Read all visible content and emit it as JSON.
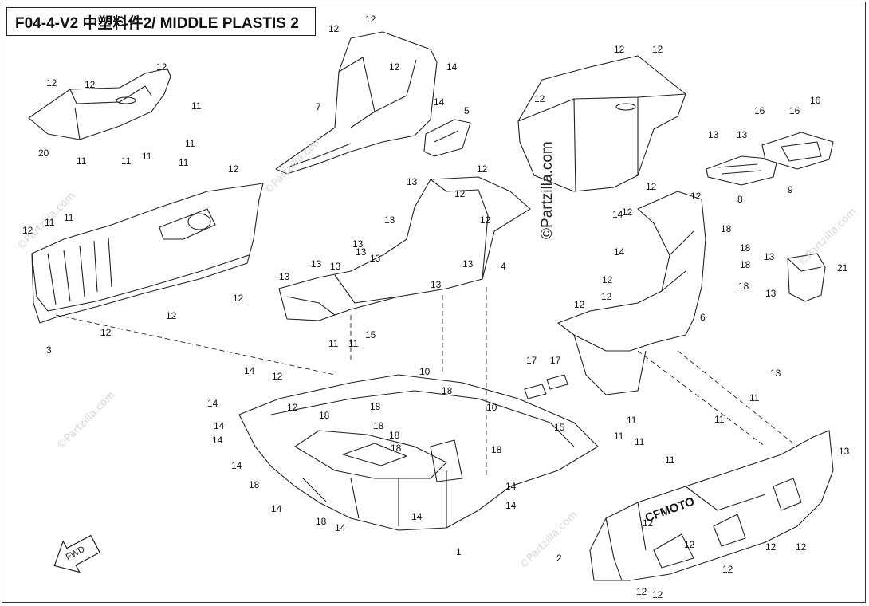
{
  "title": "F04-4-V2 中塑料件2/ MIDDLE PLASTIS 2",
  "watermark": "©Partzilla.com",
  "watermark_main": "©Partzilla.com",
  "fwd_label": "FWD",
  "brand_text": "CFMOTO",
  "colors": {
    "line": "#222222",
    "hatch": "#555555",
    "watermark": "#d6d6d6"
  },
  "callouts": [
    "12",
    "12",
    "12",
    "12",
    "12",
    "12",
    "12",
    "12",
    "12",
    "12",
    "12",
    "12",
    "12",
    "12",
    "12",
    "12",
    "12",
    "12",
    "12",
    "12",
    "12",
    "12",
    "12",
    "12",
    "12",
    "12",
    "12",
    "12",
    "12",
    "12",
    "12",
    "12",
    "11",
    "11",
    "11",
    "11",
    "11",
    "11",
    "11",
    "11",
    "11",
    "11",
    "11",
    "11",
    "11",
    "11",
    "11",
    "11",
    "13",
    "13",
    "13",
    "13",
    "13",
    "13",
    "13",
    "13",
    "13",
    "13",
    "13",
    "13",
    "13",
    "13",
    "13",
    "13",
    "14",
    "14",
    "14",
    "14",
    "14",
    "14",
    "14",
    "14",
    "14",
    "14",
    "14",
    "14",
    "14",
    "14",
    "15",
    "15",
    "16",
    "16",
    "16",
    "17",
    "17",
    "18",
    "18",
    "18",
    "18",
    "18",
    "18",
    "18",
    "18",
    "18",
    "18",
    "18",
    "18",
    "18",
    "10",
    "10",
    "1",
    "2",
    "3",
    "4",
    "5",
    "6",
    "7",
    "8",
    "9",
    "20",
    "21"
  ]
}
